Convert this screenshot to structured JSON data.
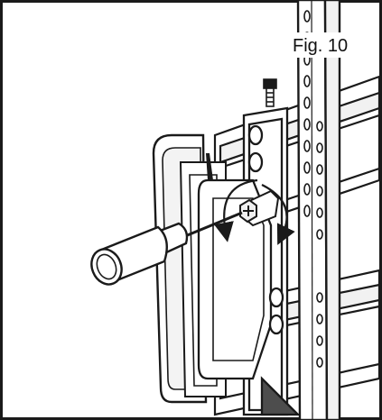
{
  "figure": {
    "label": "Fig. 10"
  },
  "colors": {
    "ink": "#1a1a1a",
    "paper": "#ffffff",
    "shade": "#e6e6e6",
    "dark_shade": "#4d4d4d"
  },
  "parts": {
    "wall_plate": "wall-plate",
    "bracket_arm": "bracket-arm",
    "vertical_rail": "vertical-rail",
    "screw": "hex-screw",
    "tool": "screwdriver",
    "rotation": "rotation-arrows"
  }
}
